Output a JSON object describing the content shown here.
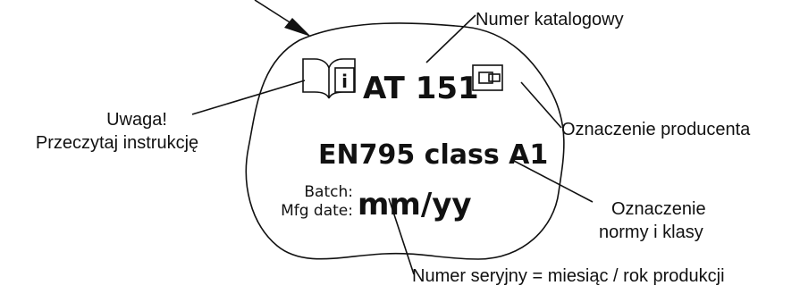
{
  "colors": {
    "ink": "#111111",
    "background": "#ffffff"
  },
  "label": {
    "catalog_number": "AT 151",
    "standard_class": "EN795 class A1",
    "batch_label": "Batch:",
    "mfg_date_label": "Mfg date:",
    "date_format": "mm/yy",
    "info_symbol": "i",
    "book_icon": "open-book-icon",
    "manufacturer_icon": "manufacturer-mark-icon",
    "arrow_icon": "pointer-arrow-icon"
  },
  "callouts": {
    "catalog": "Numer katalogowy",
    "manufacturer": "Oznaczenie producenta",
    "warning_line1": "Uwaga!",
    "warning_line2": "Przeczytaj instrukcję",
    "standard_line1": "Oznaczenie",
    "standard_line2": "normy i klasy",
    "serial": "Numer seryjny = miesiąc / rok produkcji"
  }
}
